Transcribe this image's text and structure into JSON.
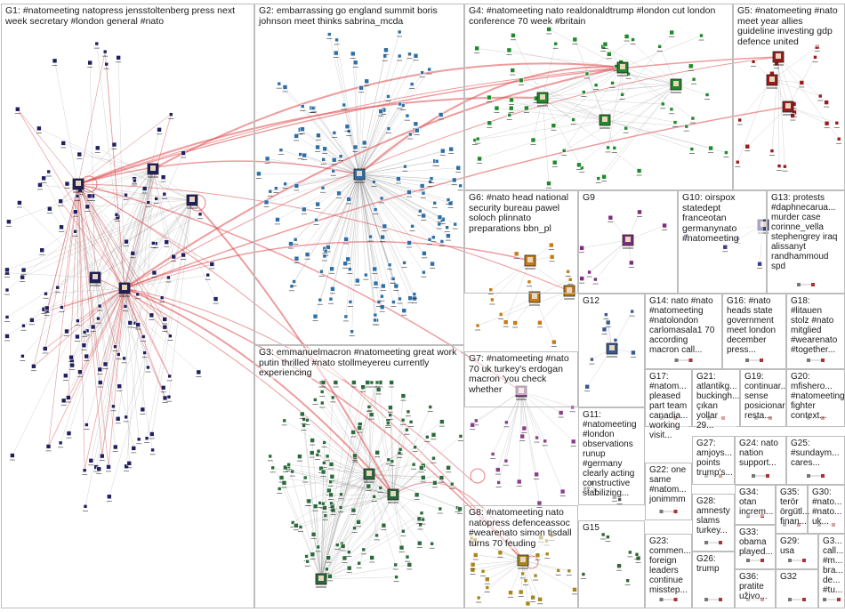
{
  "graph": {
    "groups": [
      {
        "id": "G1",
        "label": "G1: #natomeeting natopress jensstoltenberg press next week secretary #london general #nato",
        "color": "#20205e"
      },
      {
        "id": "G2",
        "label": "G2: embarrassing go england summit boris johnson meet thinks sabrina_mcda",
        "color": "#2e6fa8"
      },
      {
        "id": "G3",
        "label": "G3: emmanuelmacron #natomeeting great work putin thrilled #nato stollmeyereu currently experiencing",
        "color": "#2a6b3b"
      },
      {
        "id": "G4",
        "label": "G4: #natomeeting nato realdonaldtrump #london cut london conference 70 week #britain",
        "color": "#1e8a2a"
      },
      {
        "id": "G5",
        "label": "G5: #natomeeting #nato meet year allies guideline investing gdp defence united",
        "color": "#9b1b1b"
      },
      {
        "id": "G6",
        "label": "G6: #nato head national security bureau pawel soloch plinnato preparations bbn_pl",
        "color": "#c77b12"
      },
      {
        "id": "G7",
        "label": "G7: #natomeeting #nato 70 uk turkey's erdogan macron 'you check whether",
        "color": "#8a3e8a"
      },
      {
        "id": "G8",
        "label": "G8: #natomeeting nato natopress defenceassoc #wearenato simon tisdall turns 70 feuding",
        "color": "#a8871a"
      },
      {
        "id": "G9",
        "label": "G9",
        "color": "#7b2c7b"
      },
      {
        "id": "G10",
        "label": "G10: oirspox statedept franceotan germanynato #natomeeting",
        "color": "#3d3d8f"
      },
      {
        "id": "G11",
        "label": "G11: #natomeeting #london observations runup #germany clearly acting constructive stabilizing...",
        "color": "#555555"
      },
      {
        "id": "G12",
        "label": "G12",
        "color": "#3a5a8a"
      },
      {
        "id": "G13",
        "label": "G13: protests #daphnecarua... murder case corinne_vella stephengrey iraq alissanyt randhammoud spd",
        "color": "#6a6a6a"
      },
      {
        "id": "G14",
        "label": "G14: nato #nato #natomeeting #natolondon carlomasala1 70 according macron call...",
        "color": "#444444"
      },
      {
        "id": "G15",
        "label": "G15",
        "color": "#336633"
      },
      {
        "id": "G16",
        "label": "G16: #nato heads state government meet london december press...",
        "color": "#444444"
      },
      {
        "id": "G17",
        "label": "G17: #natom... pleased part team canadia... working visit...",
        "color": "#444444"
      },
      {
        "id": "G18",
        "label": "G18: #litauen stolz #nato mitglied #wearenato #together...",
        "color": "#444444"
      },
      {
        "id": "G19",
        "label": "G19: continuar... sense posicionar resta...",
        "color": "#444444"
      },
      {
        "id": "G20",
        "label": "G20: mfishero... #natomeeting fighter context...",
        "color": "#444444"
      },
      {
        "id": "G21",
        "label": "G21: atlantikg... buckingh... çıkan yollar 29...",
        "color": "#444444"
      },
      {
        "id": "G22",
        "label": "G22: one same #natom... jonimmm",
        "color": "#444444"
      },
      {
        "id": "G23",
        "label": "G23: commen... foreign leaders continue misstep...",
        "color": "#444444"
      },
      {
        "id": "G24",
        "label": "G24: nato nation support...",
        "color": "#444444"
      },
      {
        "id": "G25",
        "label": "G25: #sundaym... cares...",
        "color": "#444444"
      },
      {
        "id": "G26",
        "label": "G26: trump",
        "color": "#444444"
      },
      {
        "id": "G27",
        "label": "G27: amjoys... points trump's...",
        "color": "#444444"
      },
      {
        "id": "G28",
        "label": "G28: amnesty slams turkey...",
        "color": "#444444"
      },
      {
        "id": "G29",
        "label": "G29: usa",
        "color": "#444444"
      },
      {
        "id": "G30",
        "label": "G30: #nato... #nato... uk...",
        "color": "#444444"
      },
      {
        "id": "G31",
        "label": "G3... call... #m... bra... de... #tu...",
        "color": "#444444"
      },
      {
        "id": "G32",
        "label": "G32",
        "color": "#444444"
      },
      {
        "id": "G33",
        "label": "G33: obama played...",
        "color": "#444444"
      },
      {
        "id": "G34",
        "label": "G34: otan increm...",
        "color": "#444444"
      },
      {
        "id": "G35",
        "label": "G35: terör örgütl... finan...",
        "color": "#444444"
      },
      {
        "id": "G36",
        "label": "G36: pratite uživo...",
        "color": "#444444"
      }
    ],
    "colors": {
      "border": "#bdbdbd",
      "edge_gray": "#9a9a9a",
      "edge_red": "#e0484d",
      "background": "#ffffff"
    }
  }
}
